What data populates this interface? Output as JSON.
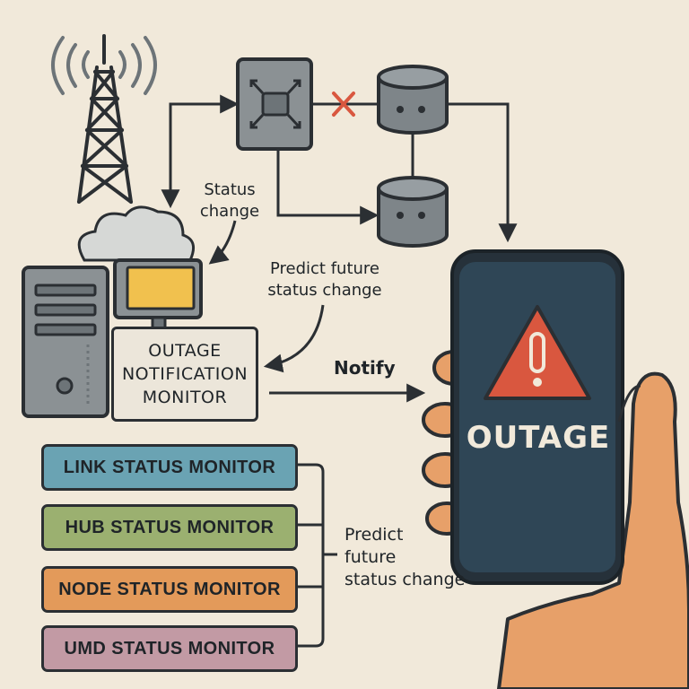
{
  "labels": {
    "status_change": [
      "Status",
      "change"
    ],
    "predict_top": [
      "Predict future",
      "status change"
    ],
    "notify": "Notify",
    "predict_bottom": [
      "Predict",
      "future",
      "status change"
    ]
  },
  "notification_monitor": [
    "OUTAGE",
    "NOTIFICATION",
    "MONITOR"
  ],
  "monitors": [
    {
      "label": "LINK STATUS MONITOR",
      "color": "#6aa3b3"
    },
    {
      "label": "HUB STATUS MONITOR",
      "color": "#9bb070"
    },
    {
      "label": "NODE STATUS MONITOR",
      "color": "#e39a5a"
    },
    {
      "label": "UMD STATUS MONITOR",
      "color": "#c29aa4"
    }
  ],
  "phone": {
    "screen_text": "OUTAGE",
    "warning_color": "#d9573f",
    "screen_color": "#2f4656"
  },
  "colors": {
    "outline": "#2b2f33",
    "background": "#f1e9da",
    "server": "#8b9194",
    "screen": "#f1c14e",
    "node": "#7e8589",
    "fail_x": "#d9573f"
  }
}
